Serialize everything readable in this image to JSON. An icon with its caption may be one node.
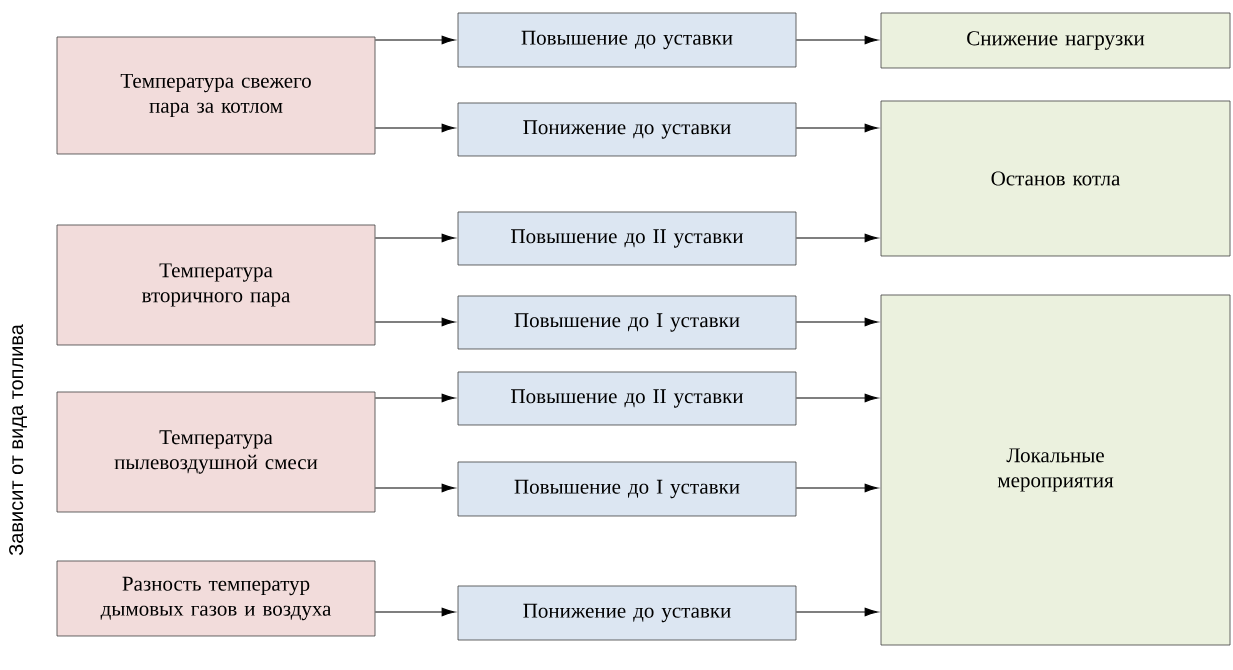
{
  "diagram": {
    "nodes": [
      {
        "text": [
          "Температура свежего пара за котлом"
        ]
      },
      {
        "text": [
          "Повышение до уставки"
        ]
      },
      {
        "text": [
          "Снижение нагрузки"
        ]
      },
      {
        "text": [
          "Понижение до уставки"
        ]
      },
      {
        "text": [
          "Останов котла"
        ]
      },
      {
        "text": [
          "Температура вторичного пара"
        ]
      },
      {
        "text": [
          "Повышение до II уставки"
        ]
      },
      {
        "text": [
          "Повышение до I уставки"
        ]
      },
      {
        "text": [
          "Температура пылевоздушной смеси"
        ]
      },
      {
        "text": [
          "Повышение до II уставки"
        ]
      },
      {
        "text": [
          "Повышение до I уставки"
        ]
      },
      {
        "text": [
          "Локальные мероприятия"
        ]
      },
      {
        "text": [
          "Разность температур дымовых газов и воздуха"
        ]
      },
      {
        "text": [
          "Понижение до уставки"
        ]
      }
    ],
    "edges": [
      {
        "from": 0,
        "to": 1,
        "arrow": "to"
      },
      {
        "from": 1,
        "to": 2,
        "arrow": "to"
      },
      {
        "from": 0,
        "to": 3,
        "arrow": "to"
      },
      {
        "from": 3,
        "to": 4,
        "arrow": "to"
      },
      {
        "from": 5,
        "to": 6,
        "arrow": "to"
      },
      {
        "from": 6,
        "to": 4,
        "arrow": "to"
      },
      {
        "from": 5,
        "to": 7,
        "arrow": "to"
      },
      {
        "from": 7,
        "to": 11,
        "arrow": "to"
      },
      {
        "from": 8,
        "to": 9,
        "arrow": "to"
      },
      {
        "from": 9,
        "to": 11,
        "arrow": "to"
      },
      {
        "from": 8,
        "to": 10,
        "arrow": "to"
      },
      {
        "from": 10,
        "to": 11,
        "arrow": "to"
      },
      {
        "from": 12,
        "to": 13,
        "arrow": "to"
      },
      {
        "from": 13,
        "to": 11,
        "arrow": "to"
      }
    ],
    "labels": [
      "Зависит от вида топлива"
    ]
  }
}
